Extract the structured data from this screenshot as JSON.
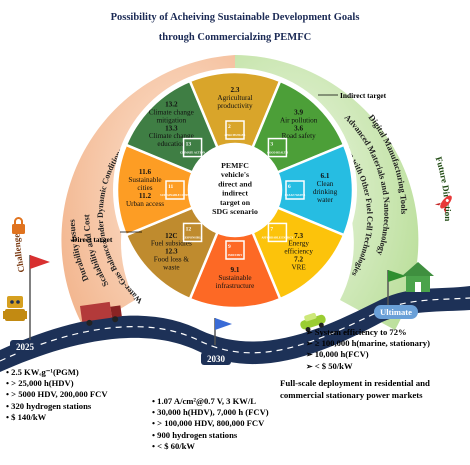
{
  "title": {
    "line1": "Possibility of Acheiving Sustainable Development Goals",
    "line2": "through Commercialzing PEMFC"
  },
  "center": {
    "lines": [
      "PEMFC",
      "vehicle's",
      "direct and",
      "indirect",
      "target on",
      "SDG scenario"
    ]
  },
  "legend": {
    "indirect": "Indirect target",
    "direct": "Direct target"
  },
  "sectors": [
    {
      "id": "sdg2",
      "color": "#d9a52a",
      "goal": "2.3",
      "lines": [
        "Agricultural",
        "productivity"
      ],
      "icon_label": "ZERO HUNGER"
    },
    {
      "id": "sdg3",
      "color": "#4c9f38",
      "goal": "3.9",
      "lines": [
        "Air pollution"
      ],
      "goal2": "3.6",
      "lines2": [
        "Road safety"
      ],
      "icon_label": "GOOD HEALTH"
    },
    {
      "id": "sdg6",
      "color": "#26bde2",
      "goal": "6.1",
      "lines": [
        "Clean",
        "drinking",
        "water"
      ],
      "icon_label": "CLEAN WATER"
    },
    {
      "id": "sdg7",
      "color": "#fcc30b",
      "goal": "7.3",
      "lines": [
        "Energy",
        "efficiency"
      ],
      "goal2": "7.2",
      "lines2": [
        "VRE"
      ],
      "icon_label": "AFFORDABLE ENERGY"
    },
    {
      "id": "sdg9",
      "color": "#fd6925",
      "goal": "9.1",
      "lines": [
        "Sustainable",
        "infrastructure"
      ],
      "icon_label": "INDUSTRY"
    },
    {
      "id": "sdg12",
      "color": "#bf8b2e",
      "goal": "12C",
      "lines": [
        "Fuel subsidies"
      ],
      "goal2": "12.3",
      "lines2": [
        "Food loss &",
        "waste"
      ],
      "icon_label": "RESPONSIBLE"
    },
    {
      "id": "sdg11",
      "color": "#fd9d24",
      "goal": "11.6",
      "lines": [
        "Sustainable",
        "cities"
      ],
      "goal2": "11.2",
      "lines2": [
        "Urban access"
      ],
      "icon_label": "SUSTAINABLE CITIES"
    },
    {
      "id": "sdg13",
      "color": "#3f7e44",
      "goal": "13.2",
      "lines": [
        "Climate change",
        "mitigation"
      ],
      "goal2": "13.3",
      "lines2": [
        "Climate change",
        "education"
      ],
      "icon_label": "CLIMATE ACTION"
    }
  ],
  "left_arc": {
    "heading": "Challenges",
    "items": [
      "Durability Issues",
      "Scalability and Cost",
      "Water-Gas Balance Under Dynamic Conditions"
    ]
  },
  "right_arc": {
    "heading": "Future Direction",
    "items": [
      "Digital Manufacturing Tools",
      "Advanced Materials and Nanotechnology",
      "Integration with Other Fuel Cell Technologies"
    ]
  },
  "milestones": {
    "m2025": "2025",
    "m2030": "2030",
    "ultimate": "Ultimate"
  },
  "targets_2025": [
    "• 2.5 KWₑg⁻¹(PGM)",
    "• > 25,000 h(HDV)",
    "•  > 5000 HDV, 200,000 FCV",
    "•  320 hydrogen stations",
    "• $ 140/kW"
  ],
  "targets_2030": [
    "• 1.07 A/cm²@0.7 V, 3 KW/L",
    "• 30,000 h(HDV),  7,000 h (FCV)",
    "• > 100,000 HDV,   800,000 FCV",
    "• 900 hydrogen stations",
    "• < $ 60/kW"
  ],
  "targets_ultimate": [
    "System efficiency to 72%",
    "≥ 100,000 h(marine, stationary)",
    "10,000 h(FCV)",
    "< $ 50/kW"
  ],
  "ultimate_note": [
    "Full-scale deployment in residential and",
    "commercial stationary power markets"
  ],
  "colors": {
    "left_arc": "#f3c9a8",
    "right_arc": "#c9e6b0",
    "road": "#1d3157",
    "road_line": "#ffffff",
    "title": "#1b2a55"
  }
}
